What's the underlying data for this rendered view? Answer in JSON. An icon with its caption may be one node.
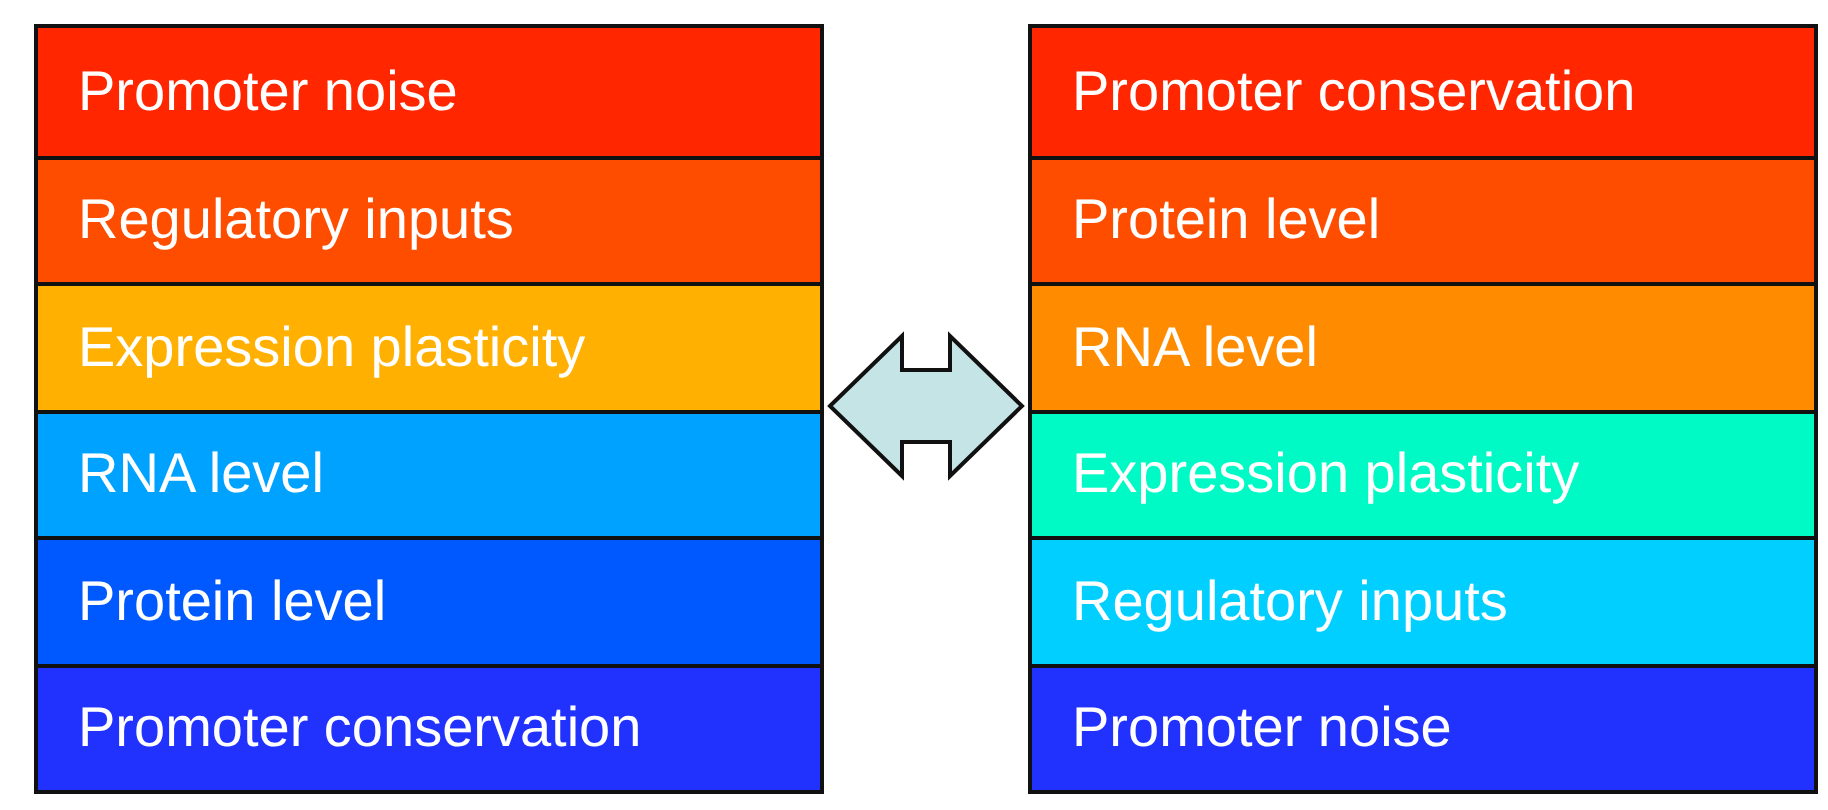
{
  "diagram": {
    "nodes": [
      {
        "text": [],
        "shape": "box"
      },
      {
        "text": [
          "Promoter noise"
        ],
        "in": 0
      },
      {
        "text": [
          "Regulatory inputs"
        ],
        "in": 0
      },
      {
        "text": [
          "Expression plasticity"
        ],
        "in": 0
      },
      {
        "text": [
          "RNA level"
        ],
        "in": 0
      },
      {
        "text": [
          "Protein level"
        ],
        "in": 0
      },
      {
        "text": [
          "Promoter conservation"
        ],
        "in": 0
      },
      {
        "text": [],
        "shape": "box"
      },
      {
        "text": [
          "Promoter conservation"
        ],
        "in": 7
      },
      {
        "text": [
          "Protein level"
        ],
        "in": 7
      },
      {
        "text": [
          "RNA level"
        ],
        "in": 7
      },
      {
        "text": [
          "Expression plasticity"
        ],
        "in": 7
      },
      {
        "text": [
          "Regulatory inputs"
        ],
        "in": 7
      },
      {
        "text": [
          "Promoter noise"
        ],
        "in": 7
      }
    ],
    "edges": [
      {
        "from": 0,
        "to": 7,
        "arrow": "both"
      }
    ]
  }
}
